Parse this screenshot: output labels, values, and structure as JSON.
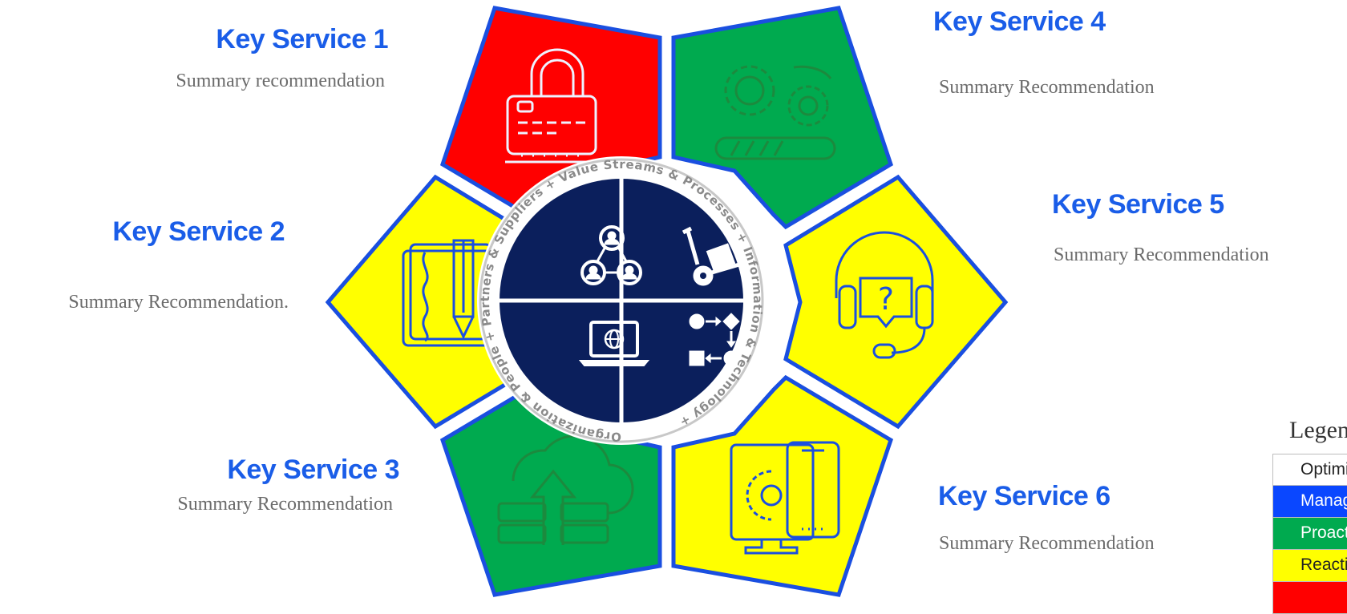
{
  "services": [
    {
      "id": "ks1",
      "title": "Key Service 1",
      "summary": "Summary recommendation",
      "color": "#ff0000",
      "icon": "lock-card-icon"
    },
    {
      "id": "ks2",
      "title": "Key Service 2",
      "summary": "Summary Recommendation.",
      "color": "#ffff00",
      "icon": "notebook-pencil-icon"
    },
    {
      "id": "ks3",
      "title": "Key Service 3",
      "summary": "Summary Recommendation",
      "color": "#00aa4f",
      "icon": "cloud-upload-server-icon"
    },
    {
      "id": "ks4",
      "title": "Key Service 4",
      "summary": "Summary Recommendation",
      "color": "#00aa4f",
      "icon": "gears-progress-icon"
    },
    {
      "id": "ks5",
      "title": "Key Service 5",
      "summary": "Summary Recommendation",
      "color": "#ffff00",
      "icon": "headset-support-icon"
    },
    {
      "id": "ks6",
      "title": "Key Service 6",
      "summary": "Summary Recommendation",
      "color": "#ffff00",
      "icon": "devices-gear-icon"
    }
  ],
  "hub": {
    "ring_labels": [
      "Organization & People",
      "Partners & Suppliers",
      "Value Streams & Processes",
      "Information & Technology"
    ],
    "separator": "+",
    "quadrant_icons": [
      "people-network-icon",
      "hand-truck-icon",
      "laptop-globe-icon",
      "process-flow-icon"
    ],
    "fill_color": "#0b1f5c"
  },
  "legend": {
    "title": "Legend",
    "items": [
      {
        "label": "Optimized",
        "color": "#ffffff",
        "text_color": "#222222"
      },
      {
        "label": "Managed",
        "color": "#0a47ff",
        "text_color": "#ffffff"
      },
      {
        "label": "Proactive",
        "color": "#00aa4f",
        "text_color": "#ffffff"
      },
      {
        "label": "Reactive",
        "color": "#ffff00",
        "text_color": "#222222"
      },
      {
        "label": "",
        "color": "#ff0000",
        "text_color": "#ffffff"
      }
    ]
  }
}
